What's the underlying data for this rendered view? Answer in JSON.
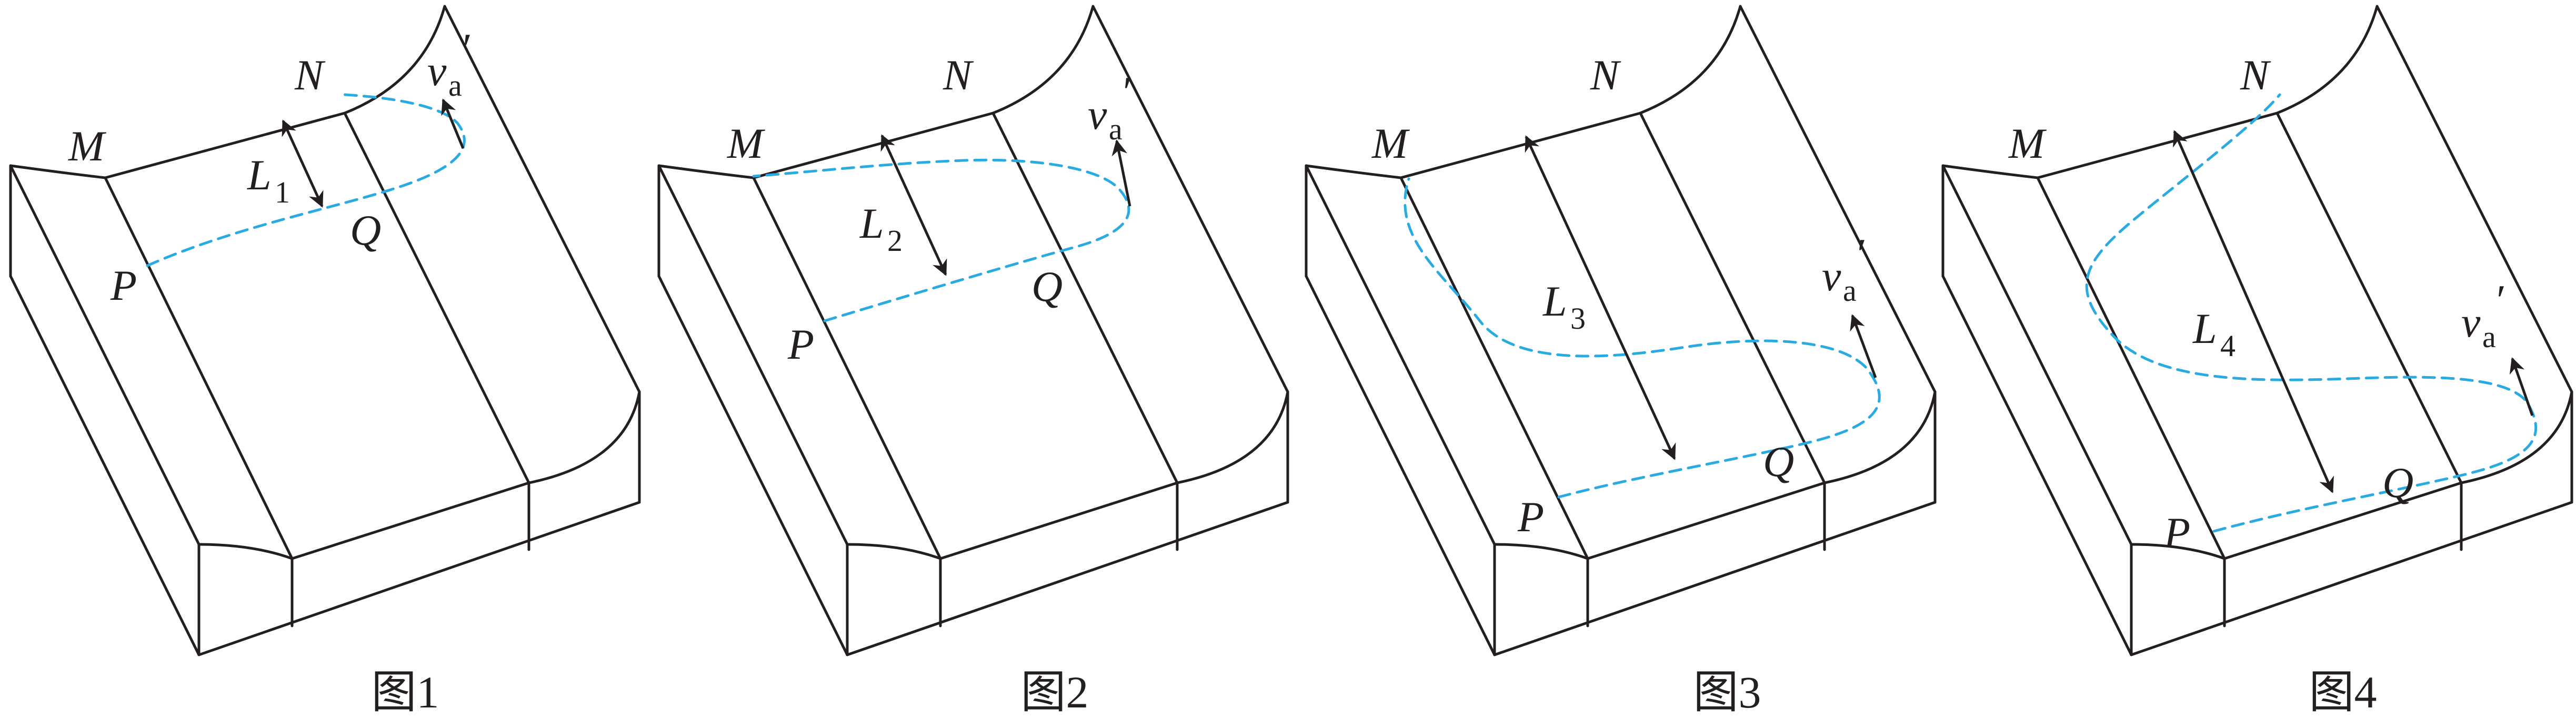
{
  "colors": {
    "line": "#231f20",
    "trajectory": "#29abe2"
  },
  "panels": [
    {
      "caption": "图1",
      "labels": {
        "M": "M",
        "N": "N",
        "P": "P",
        "Q": "Q",
        "L_main": "L",
        "L_sub": "1",
        "v_main": "v",
        "v_sub": "a",
        "v_prime": "′"
      }
    },
    {
      "caption": "图2",
      "labels": {
        "M": "M",
        "N": "N",
        "P": "P",
        "Q": "Q",
        "L_main": "L",
        "L_sub": "2",
        "v_main": "v",
        "v_sub": "a",
        "v_prime": "′"
      }
    },
    {
      "caption": "图3",
      "labels": {
        "M": "M",
        "N": "N",
        "P": "P",
        "Q": "Q",
        "L_main": "L",
        "L_sub": "3",
        "v_main": "v",
        "v_sub": "a",
        "v_prime": "′"
      }
    },
    {
      "caption": "图4",
      "labels": {
        "M": "M",
        "N": "N",
        "P": "P",
        "Q": "Q",
        "L_main": "L",
        "L_sub": "4",
        "v_main": "v",
        "v_sub": "a",
        "v_prime": "′"
      }
    }
  ]
}
